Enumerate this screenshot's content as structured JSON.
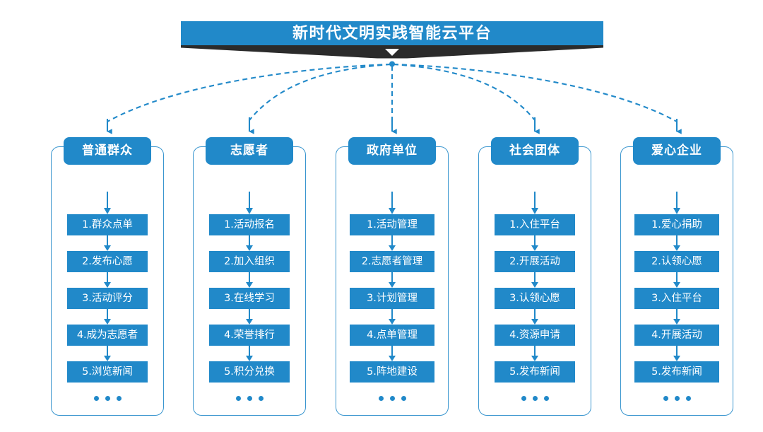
{
  "page": {
    "background": "#ffffff",
    "accent": "#2189c9",
    "border_color": "#3a96cf",
    "shadow_color": "#2b2b2b"
  },
  "banner": {
    "title": "新时代文明实践智能云平台",
    "chevron_icon": "chevron-down-icon"
  },
  "ellipsis": "…",
  "columns": [
    {
      "id": "ordinary-public",
      "header": "普通群众",
      "items": [
        "1.群众点单",
        "2.发布心愿",
        "3.活动评分",
        "4.成为志愿者",
        "5.浏览新闻"
      ]
    },
    {
      "id": "volunteer",
      "header": "志愿者",
      "items": [
        "1.活动报名",
        "2.加入组织",
        "3.在线学习",
        "4.荣誉排行",
        "5.积分兑换"
      ]
    },
    {
      "id": "government-unit",
      "header": "政府单位",
      "items": [
        "1.活动管理",
        "2.志愿者管理",
        "3.计划管理",
        "4.点单管理",
        "5.阵地建设"
      ]
    },
    {
      "id": "social-group",
      "header": "社会团体",
      "items": [
        "1.入住平台",
        "2.开展活动",
        "3.认领心愿",
        "4.资源申请",
        "5.发布新闻"
      ]
    },
    {
      "id": "caring-enterprise",
      "header": "爱心企业",
      "items": [
        "1.爱心捐助",
        "2.认领心愿",
        "3.入住平台",
        "4.开展活动",
        "5.发布新闻"
      ]
    }
  ]
}
